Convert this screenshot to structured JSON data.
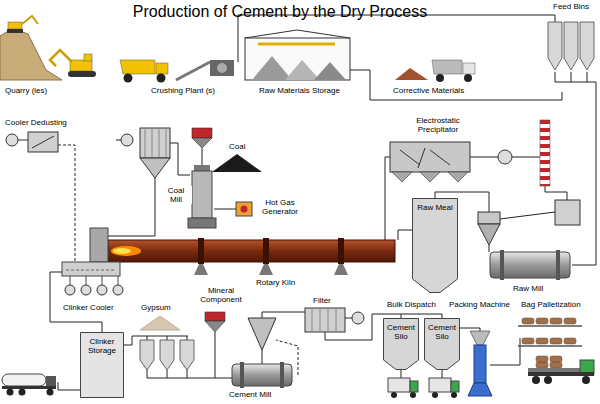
{
  "diagram": {
    "title": "Production of Cement by the Dry Process",
    "nodes": [
      {
        "text": [
          "Raw Meal"
        ]
      },
      {
        "text": [
          "Clinker Storage"
        ]
      },
      {
        "text": [
          "Cement Silo"
        ]
      },
      {
        "text": [
          "Cement Silo"
        ]
      }
    ],
    "labels": [
      "Quarry (ies)",
      "Crushing Plant (s)",
      "Raw Materials Storage",
      "Corrective Materials",
      "Feed Bins",
      "Cooler Dedusting",
      "Coal",
      "Coal Mill",
      "Hot Gas Generator",
      "Electrostatic Precipitator",
      "Rotary Kiln",
      "Clinker Cooler",
      "Gypsum",
      "Mineral Component",
      "Filter",
      "Bulk Dispatch",
      "Packing Machine",
      "Bag Palletization",
      "Cement Mill",
      "Raw Mill"
    ]
  }
}
